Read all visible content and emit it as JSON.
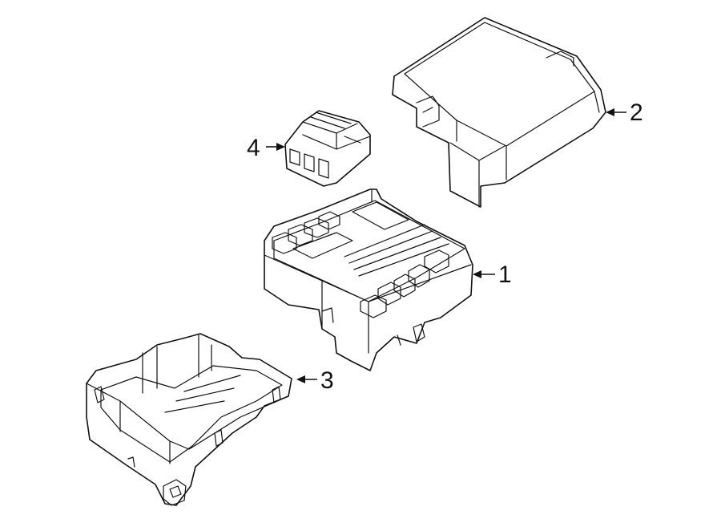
{
  "diagram": {
    "callouts": [
      {
        "id": "part-1",
        "label": "1"
      },
      {
        "id": "part-2",
        "label": "2"
      },
      {
        "id": "part-3",
        "label": "3"
      },
      {
        "id": "part-4",
        "label": "4"
      }
    ]
  },
  "colors": {
    "line": "#111111",
    "background": "#ffffff"
  }
}
